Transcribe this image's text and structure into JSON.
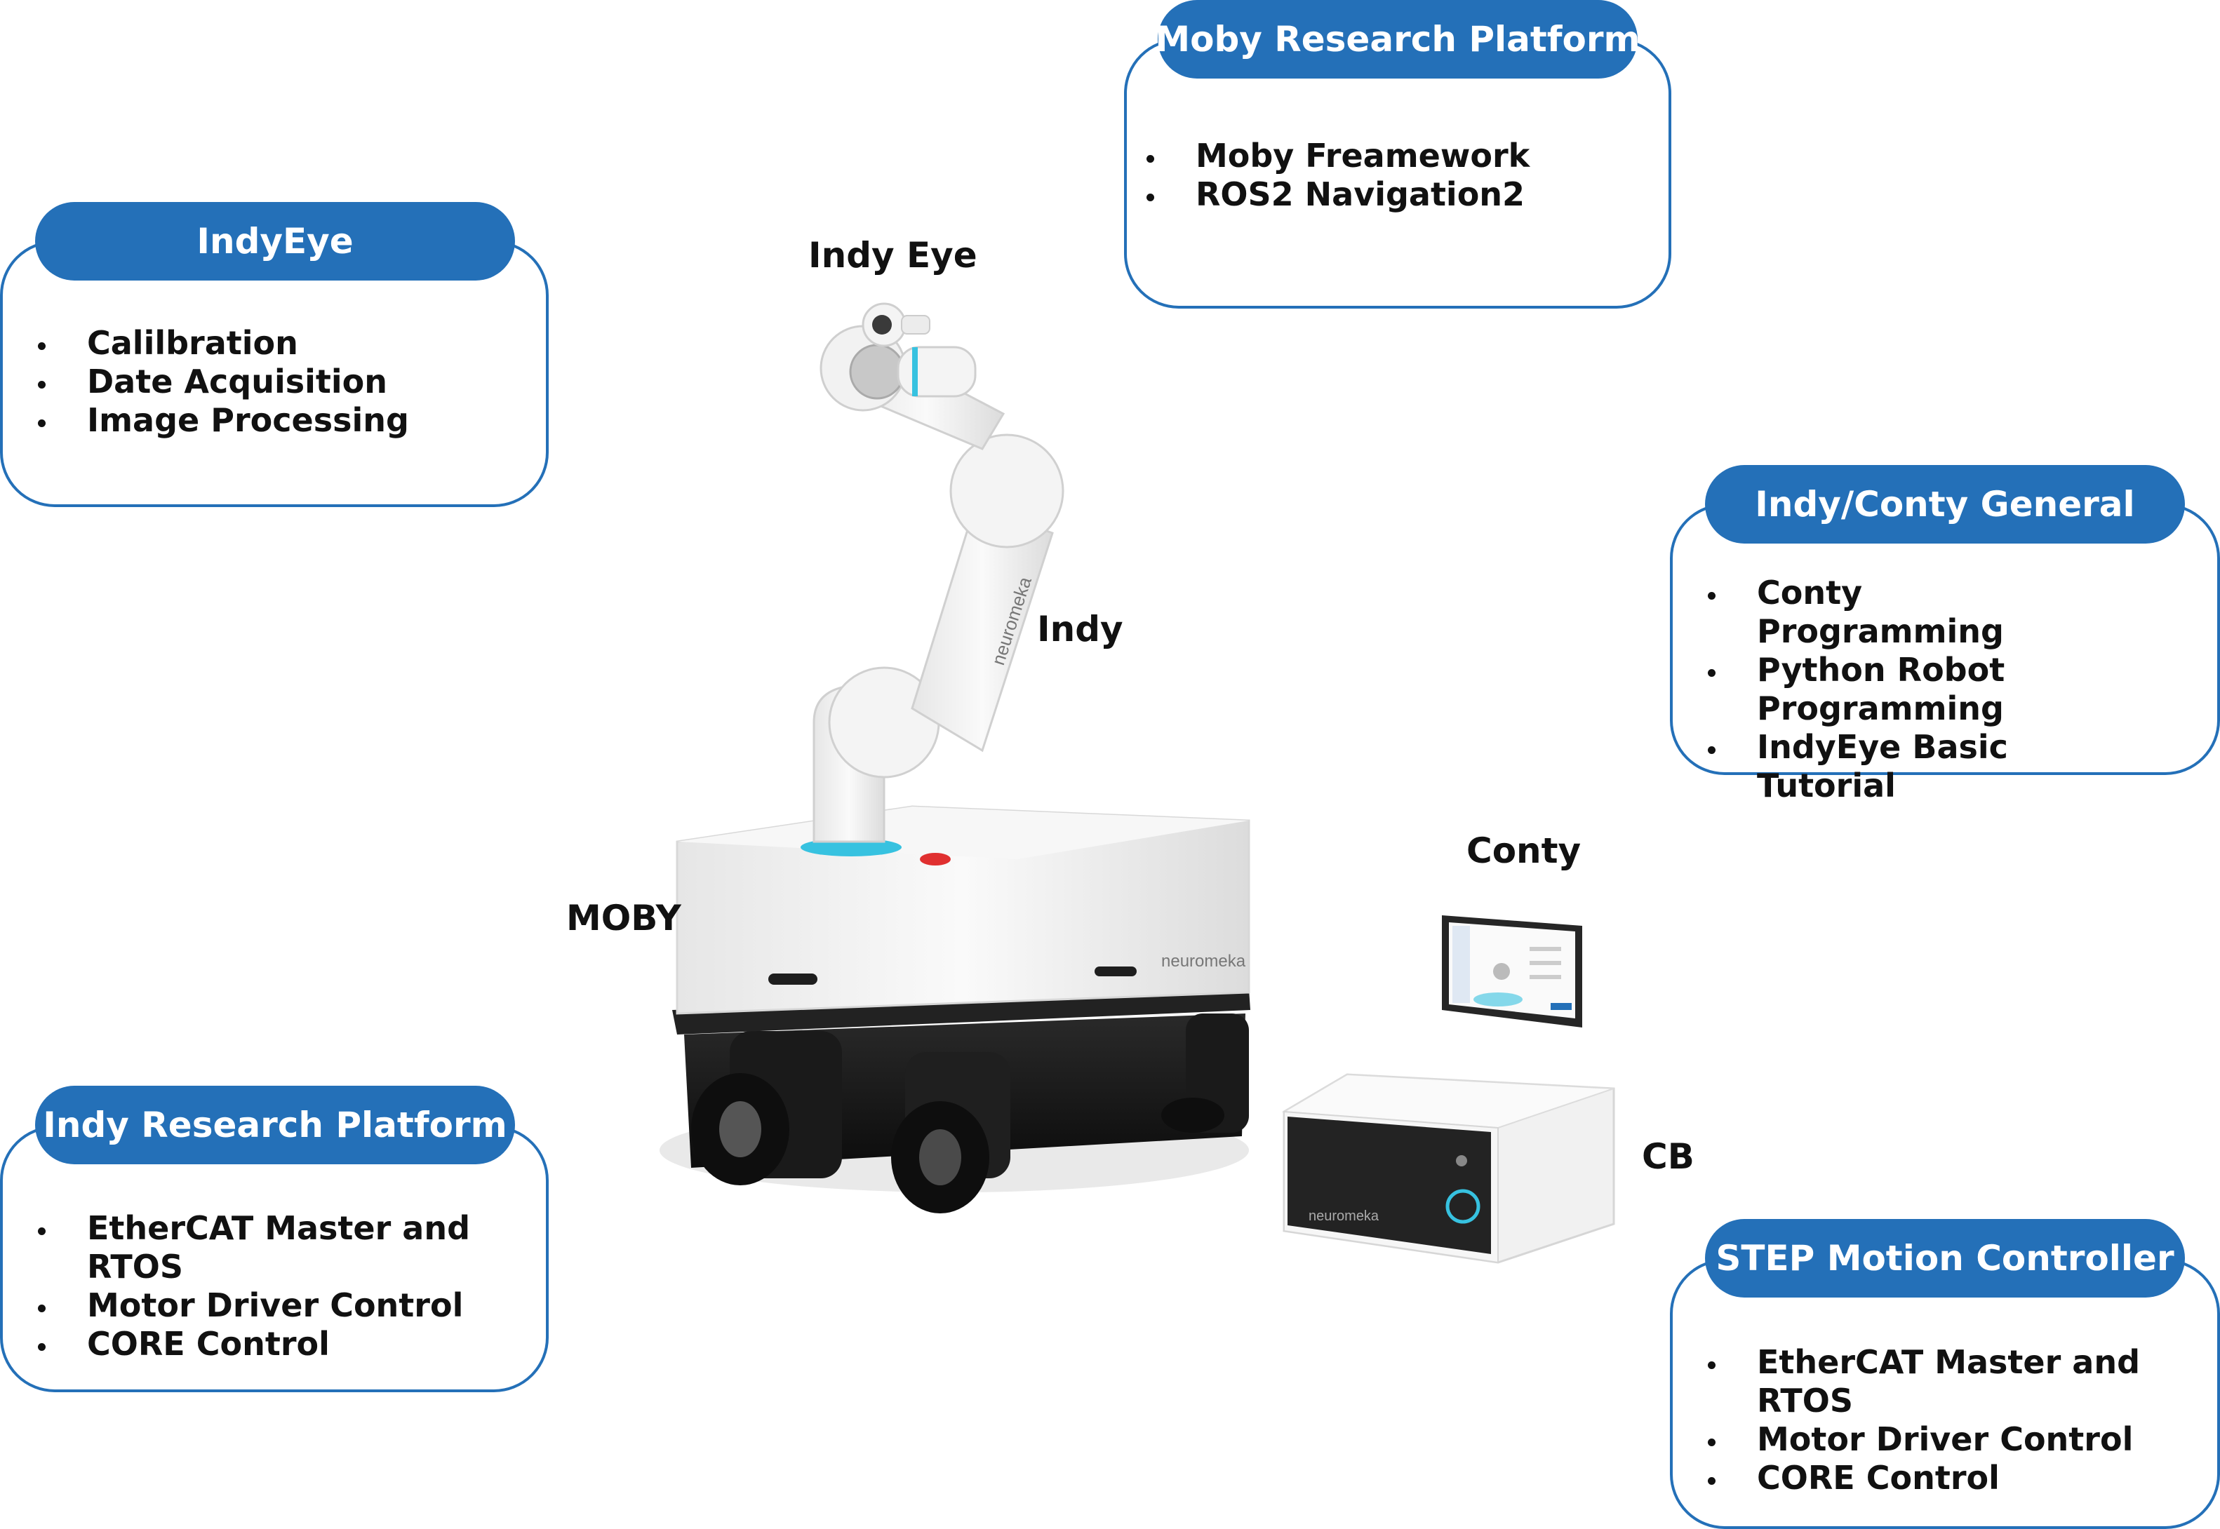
{
  "boxes": {
    "moby_research": {
      "title": "Moby Research Platform",
      "items": [
        "Moby Freamework",
        "ROS2 Navigation2"
      ]
    },
    "indyeye": {
      "title": "IndyEye",
      "items": [
        "Calilbration",
        "Date Acquisition",
        "Image Processing"
      ]
    },
    "indy_conty": {
      "title": "Indy/Conty General",
      "items": [
        "Conty Programming",
        "Python Robot Programming",
        "IndyEye Basic Tutorial"
      ]
    },
    "indy_research": {
      "title": "Indy Research Platform",
      "items": [
        "EtherCAT Master and RTOS",
        "Motor Driver Control",
        "CORE Control"
      ]
    },
    "step": {
      "title": "STEP Motion Controller",
      "items": [
        "EtherCAT Master and RTOS",
        "Motor Driver Control",
        "CORE Control"
      ]
    }
  },
  "labels": {
    "indy_eye": "Indy Eye",
    "indy": "Indy",
    "moby": "MOBY",
    "conty": "Conty",
    "cb": "CB"
  },
  "colors": {
    "accent": "#2470b8",
    "cyan_ring": "#37c2e0",
    "robot_white": "#f2f2f2",
    "wheel_black": "#161616"
  }
}
